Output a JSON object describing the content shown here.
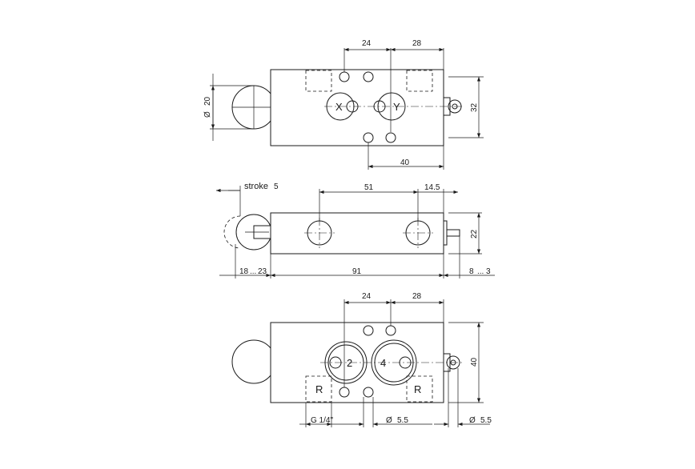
{
  "colors": {
    "ink": "#1a1a1a",
    "background": "#ffffff"
  },
  "top_view": {
    "dim_left": "24",
    "dim_right": "28",
    "dim_height": "32",
    "dim_bottom": "40",
    "dim_diameter_symbol": "Ø",
    "dim_diameter": "20",
    "port_x": "X",
    "port_y": "Y"
  },
  "side_view": {
    "stroke_label": "stroke",
    "stroke_value": "5",
    "dim_51": "51",
    "dim_145": "14.5",
    "dim_height": "22",
    "dim_18": "18",
    "dim_dots_left": "...",
    "dim_23": "23",
    "dim_91": "91",
    "dim_8": "8",
    "dim_dots_right": "...",
    "dim_3": "3"
  },
  "bottom_view": {
    "dim_left": "24",
    "dim_right": "28",
    "dim_height": "40",
    "port_2": "2",
    "port_4": "4",
    "port_r_left": "R",
    "port_r_right": "R",
    "thread": "G 1/4\"",
    "dia_symbol": "Ø",
    "dia_mid": "5.5",
    "dia_right": "5.5"
  }
}
